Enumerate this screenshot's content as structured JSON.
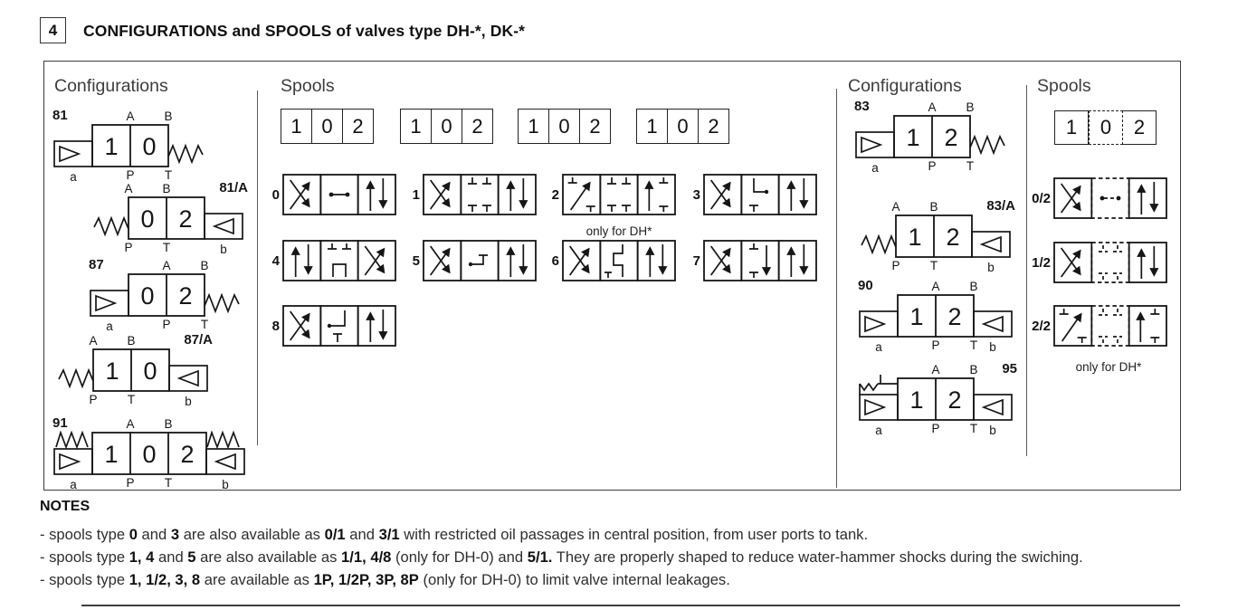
{
  "header": {
    "section_number": "4",
    "title": "CONFIGURATIONS and SPOOLS of valves type DH-*, DK-*"
  },
  "left_configurations": {
    "heading": "Configurations",
    "items": [
      {
        "code": "81",
        "code_side": "left",
        "cells": [
          "1",
          "0"
        ],
        "left_actuator": "solenoid",
        "right_actuator": "spring",
        "left_letter": "a",
        "right_letter": "",
        "ports": [
          {
            "label": "A",
            "side": "top",
            "fx": 0.5
          },
          {
            "label": "B",
            "side": "top",
            "fx": 1
          },
          {
            "label": "P",
            "side": "bottom",
            "fx": 0.5
          },
          {
            "label": "T",
            "side": "bottom",
            "fx": 1
          }
        ]
      },
      {
        "code": "81/A",
        "code_side": "right",
        "cells": [
          "0",
          "2"
        ],
        "left_actuator": "spring",
        "right_actuator": "solenoid",
        "left_letter": "",
        "right_letter": "b",
        "ports": [
          {
            "label": "A",
            "side": "top",
            "fx": 0
          },
          {
            "label": "B",
            "side": "top",
            "fx": 0.5
          },
          {
            "label": "P",
            "side": "bottom",
            "fx": 0
          },
          {
            "label": "T",
            "side": "bottom",
            "fx": 0.5
          }
        ]
      },
      {
        "code": "87",
        "code_side": "left",
        "cells": [
          "0",
          "2"
        ],
        "left_actuator": "solenoid",
        "right_actuator": "spring",
        "left_letter": "a",
        "right_letter": "",
        "ports": [
          {
            "label": "A",
            "side": "top",
            "fx": 0.5
          },
          {
            "label": "B",
            "side": "top",
            "fx": 1
          },
          {
            "label": "P",
            "side": "bottom",
            "fx": 0.5
          },
          {
            "label": "T",
            "side": "bottom",
            "fx": 1
          }
        ]
      },
      {
        "code": "87/A",
        "code_side": "right",
        "cells": [
          "1",
          "0"
        ],
        "left_actuator": "spring",
        "right_actuator": "solenoid",
        "left_letter": "",
        "right_letter": "b",
        "ports": [
          {
            "label": "A",
            "side": "top",
            "fx": 0
          },
          {
            "label": "B",
            "side": "top",
            "fx": 0.5
          },
          {
            "label": "P",
            "side": "bottom",
            "fx": 0
          },
          {
            "label": "T",
            "side": "bottom",
            "fx": 0.5
          }
        ]
      },
      {
        "code": "91",
        "code_side": "left",
        "cells": [
          "1",
          "0",
          "2"
        ],
        "left_actuator": "spring-solenoid",
        "right_actuator": "spring-solenoid",
        "left_letter": "a",
        "right_letter": "b",
        "ports": [
          {
            "label": "A",
            "side": "top",
            "fx": 0.3333
          },
          {
            "label": "B",
            "side": "top",
            "fx": 0.6667
          },
          {
            "label": "P",
            "side": "bottom",
            "fx": 0.3333
          },
          {
            "label": "T",
            "side": "bottom",
            "fx": 0.6667
          }
        ]
      }
    ]
  },
  "middle_spools": {
    "heading": "Spools",
    "header_cells": [
      "1",
      "0",
      "2"
    ],
    "items": [
      {
        "num": "0",
        "glyphs": [
          "crossed-arrows",
          "closed-center",
          "parallel-arrows"
        ]
      },
      {
        "num": "1",
        "glyphs": [
          "crossed-arrows",
          "blocked-ports",
          "parallel-arrows"
        ]
      },
      {
        "num": "2",
        "glyphs": [
          "diagonal-arrow",
          "blocked-ports",
          "up-arrow-blocked"
        ],
        "note": "only for DH*"
      },
      {
        "num": "3",
        "glyphs": [
          "crossed-arrows",
          "bleed-path-right",
          "parallel-arrows"
        ]
      },
      {
        "num": "4",
        "glyphs": [
          "parallel-arrows",
          "open-center-tank",
          "crossed-arrows"
        ]
      },
      {
        "num": "5",
        "glyphs": [
          "crossed-arrows",
          "bleed-path-up",
          "parallel-arrows"
        ]
      },
      {
        "num": "6",
        "glyphs": [
          "crossed-arrows",
          "s-path",
          "parallel-arrows"
        ]
      },
      {
        "num": "7",
        "glyphs": [
          "crossed-arrows",
          "blocked-down-arrow",
          "parallel-arrows"
        ]
      },
      {
        "num": "8",
        "glyphs": [
          "crossed-arrows",
          "bleed-path-down",
          "parallel-arrows"
        ]
      }
    ]
  },
  "right_configurations": {
    "heading": "Configurations",
    "items": [
      {
        "code": "83",
        "code_side": "left",
        "cells": [
          "1",
          "2"
        ],
        "left_actuator": "solenoid",
        "right_actuator": "spring",
        "left_letter": "a",
        "right_letter": "",
        "ports": [
          {
            "label": "A",
            "side": "top",
            "fx": 0.5
          },
          {
            "label": "B",
            "side": "top",
            "fx": 1
          },
          {
            "label": "P",
            "side": "bottom",
            "fx": 0.5
          },
          {
            "label": "T",
            "side": "bottom",
            "fx": 1
          }
        ]
      },
      {
        "code": "83/A",
        "code_side": "right",
        "cells": [
          "1",
          "2"
        ],
        "left_actuator": "spring",
        "right_actuator": "solenoid",
        "left_letter": "",
        "right_letter": "b",
        "ports": [
          {
            "label": "A",
            "side": "top",
            "fx": 0
          },
          {
            "label": "B",
            "side": "top",
            "fx": 0.5
          },
          {
            "label": "P",
            "side": "bottom",
            "fx": 0
          },
          {
            "label": "T",
            "side": "bottom",
            "fx": 0.5
          }
        ]
      },
      {
        "code": "90",
        "code_side": "left",
        "cells": [
          "1",
          "2"
        ],
        "left_actuator": "solenoid",
        "right_actuator": "solenoid",
        "left_letter": "a",
        "right_letter": "b",
        "ports": [
          {
            "label": "A",
            "side": "top",
            "fx": 0.5
          },
          {
            "label": "B",
            "side": "top",
            "fx": 1
          },
          {
            "label": "P",
            "side": "bottom",
            "fx": 0.5
          },
          {
            "label": "T",
            "side": "bottom",
            "fx": 1
          }
        ]
      },
      {
        "code": "95",
        "code_side": "right",
        "cells": [
          "1",
          "2"
        ],
        "left_actuator": "solenoid-detent",
        "right_actuator": "solenoid",
        "left_letter": "a",
        "right_letter": "b",
        "ports": [
          {
            "label": "A",
            "side": "top",
            "fx": 0.5
          },
          {
            "label": "B",
            "side": "top",
            "fx": 1
          },
          {
            "label": "P",
            "side": "bottom",
            "fx": 0.5
          },
          {
            "label": "T",
            "side": "bottom",
            "fx": 1
          }
        ]
      }
    ]
  },
  "right_spools": {
    "heading": "Spools",
    "header_cells": [
      "1",
      "0",
      "2"
    ],
    "header_dashed_center": true,
    "items": [
      {
        "num": "0/2",
        "glyphs": [
          "crossed-arrows",
          "closed-center",
          "parallel-arrows"
        ],
        "dashed_center": true
      },
      {
        "num": "1/2",
        "glyphs": [
          "crossed-arrows",
          "blocked-ports",
          "parallel-arrows"
        ],
        "dashed_center": true
      },
      {
        "num": "2/2",
        "glyphs": [
          "diagonal-arrow",
          "blocked-ports",
          "up-arrow-blocked"
        ],
        "dashed_center": true
      }
    ],
    "note": "only for DH*"
  },
  "notes": {
    "heading": "NOTES",
    "lines": [
      [
        {
          "t": "- spools type "
        },
        {
          "t": "0",
          "b": true
        },
        {
          "t": " and "
        },
        {
          "t": "3",
          "b": true
        },
        {
          "t": " are also available as "
        },
        {
          "t": "0/1",
          "b": true
        },
        {
          "t": " and "
        },
        {
          "t": "3/1",
          "b": true
        },
        {
          "t": " with restricted oil passages in central position, from user ports to tank."
        }
      ],
      [
        {
          "t": "- spools type "
        },
        {
          "t": "1, 4",
          "b": true
        },
        {
          "t": " and "
        },
        {
          "t": "5",
          "b": true
        },
        {
          "t": " are also available as "
        },
        {
          "t": "1/1, 4/8",
          "b": true
        },
        {
          "t": " (only for DH-0) and "
        },
        {
          "t": "5/1.",
          "b": true
        },
        {
          "t": " They are properly shaped to reduce water-hammer shocks during the swiching."
        }
      ],
      [
        {
          "t": "- spools type "
        },
        {
          "t": "1, 1/2, 3, 8",
          "b": true
        },
        {
          "t": " are available as "
        },
        {
          "t": "1P, 1/2P, 3P, 8P",
          "b": true
        },
        {
          "t": " (only for DH-0) to limit valve internal leakages."
        }
      ]
    ]
  }
}
